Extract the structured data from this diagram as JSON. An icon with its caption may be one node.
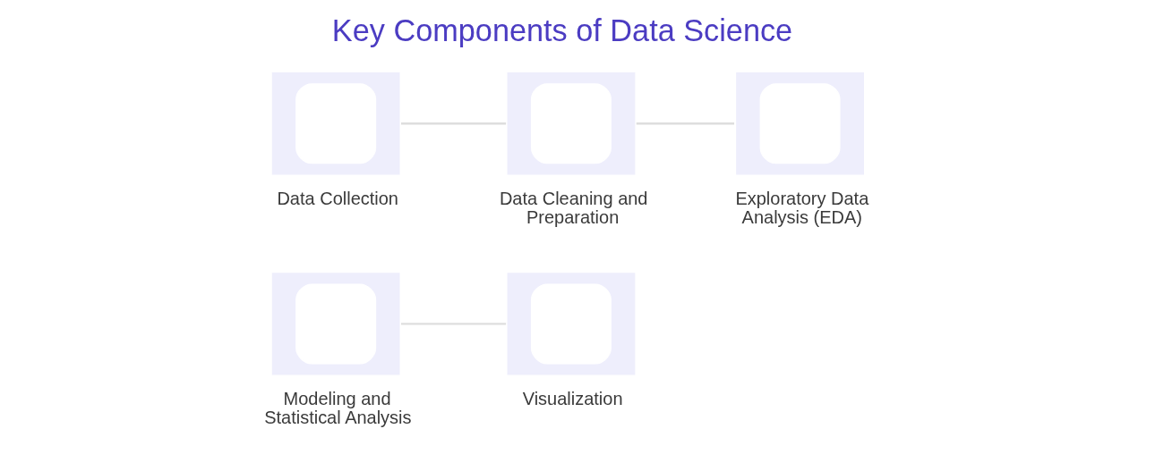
{
  "diagram": {
    "title": "Key Components of Data Science",
    "nodes": [
      {
        "text": [
          "Data Collection"
        ]
      },
      {
        "text": [
          "Data Cleaning and Preparation"
        ]
      },
      {
        "text": [
          "Exploratory Data Analysis (EDA)"
        ]
      },
      {
        "text": [
          "Modeling and Statistical Analysis"
        ]
      },
      {
        "text": [
          "Visualization"
        ]
      }
    ],
    "edges": [
      {
        "from": 0,
        "to": 1,
        "arrow": "none"
      },
      {
        "from": 1,
        "to": 2,
        "arrow": "none"
      },
      {
        "from": 3,
        "to": 4,
        "arrow": "none"
      }
    ]
  }
}
